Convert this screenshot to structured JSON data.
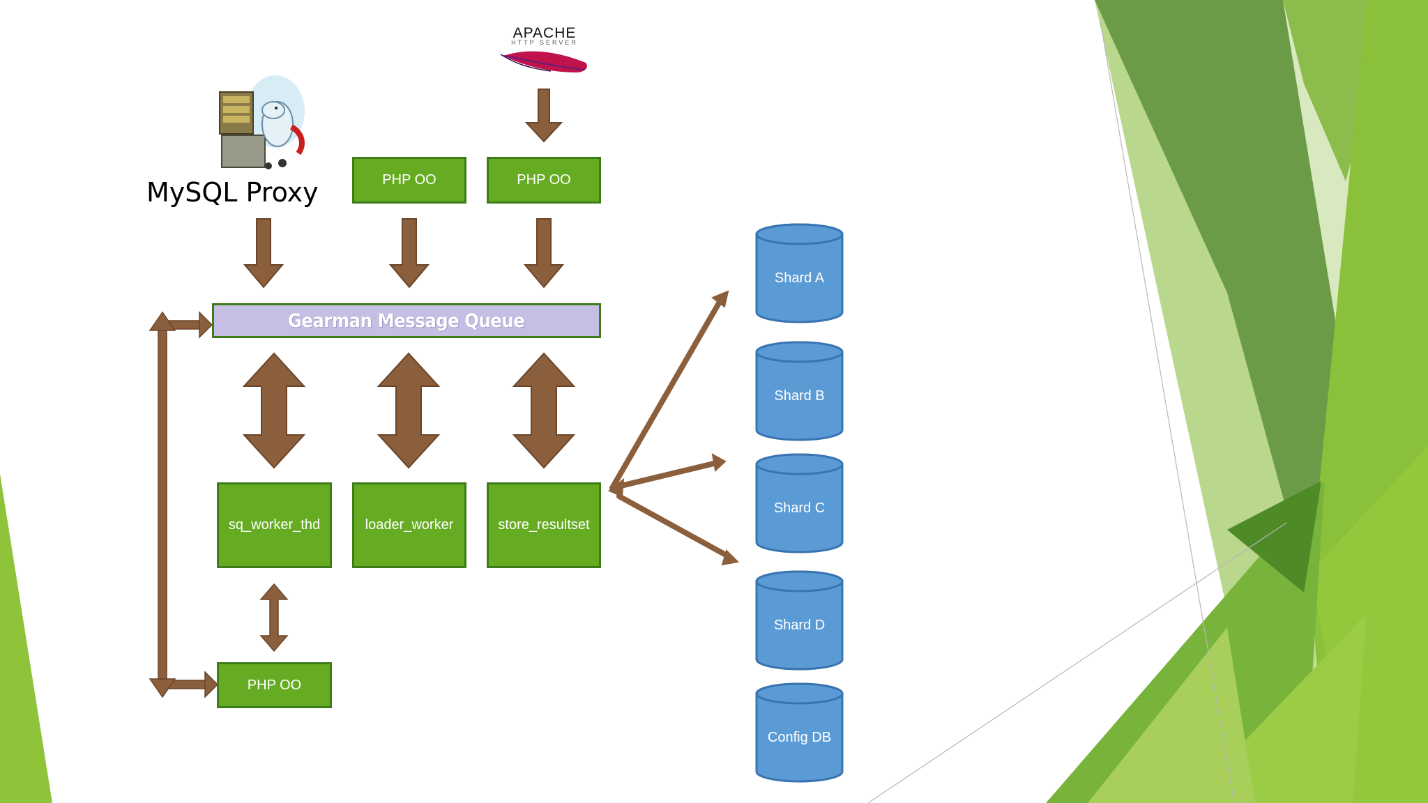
{
  "logos": {
    "apache": {
      "name": "APACHE",
      "subtitle": "HTTP SERVER"
    },
    "mysql_proxy": {
      "label": "MySQL Proxy"
    }
  },
  "queue": {
    "label": "Gearman Message Queue"
  },
  "clients": [
    {
      "label": "PHP OO"
    },
    {
      "label": "PHP OO"
    }
  ],
  "workers": [
    {
      "label": "sq_worker_thd"
    },
    {
      "label": "loader_worker"
    },
    {
      "label": "store_resultset"
    }
  ],
  "bottom_client": {
    "label": "PHP OO"
  },
  "databases": [
    {
      "label": "Shard A"
    },
    {
      "label": "Shard B"
    },
    {
      "label": "Shard C"
    },
    {
      "label": "Shard D"
    },
    {
      "label": "Config DB"
    }
  ],
  "colors": {
    "box_fill": "#66ac22",
    "box_border": "#3d7c19",
    "queue_fill": "#c6bfe5",
    "arrow": "#8b5e3c",
    "cylinder": "#5b9bd5",
    "cylinder_border": "#3a74b0",
    "theme_green_light": "#9bc83c",
    "theme_green_dark": "#5c9a2e"
  }
}
